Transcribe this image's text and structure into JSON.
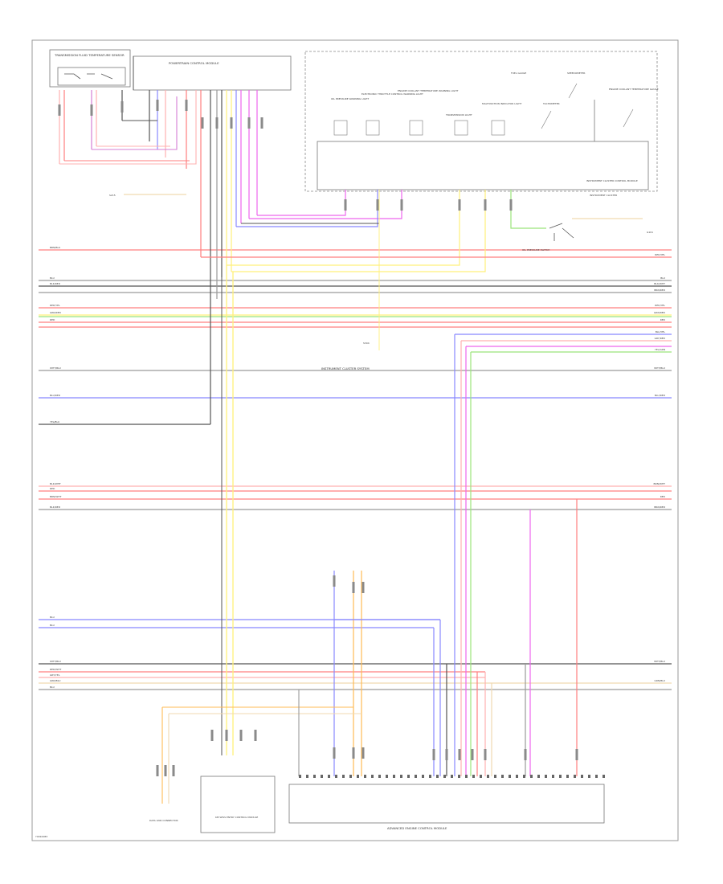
{
  "figure_id": "Y0010083",
  "components": {
    "tr_sensor": "TRANSMISSION FLUID TEMPERATURE SENSOR",
    "pcm": "POWERTRAIN CONTROL MODULE",
    "cluster_inner": "INSTRUMENT CLUSTER CONTROL MODULE",
    "cluster_outer": "INSTRUMENT CLUSTER",
    "oil_pressure_switch": "OIL PRESSURE SWITCH",
    "cluster_system": "INSTRUMENT CLUSTER SYSTEM",
    "dlc": "DATA LINK CONNECTOR",
    "keyless": "KEYLESS ENTRY CONTROL MODULE",
    "ecm": "ADVANCED ENGINE CONTROL MODULE"
  },
  "cluster_items": [
    "OIL PRESSURE WARNING LIGHT",
    "ELECTRONIC THROTTLE CONTROL WARNING LIGHT",
    "ENGINE COOLANT TEMPERATURE WARNING LIGHT",
    "TRANSMISSION LIGHT",
    "MALFUNCTION INDICATOR LIGHT",
    "TACHOMETER"
  ],
  "gauges": [
    "FUEL GAUGE",
    "SPEEDOMETER",
    "ENGINE COOLANT TEMPERATURE GAUGE"
  ],
  "left_wires": [
    "BRN/BLU",
    "BLU",
    "BLK/RED",
    "RED/YEL",
    "GRN/RED",
    "RED",
    "WHT/BLU",
    "BLU/RED",
    "YEL/BLU",
    "BLK/WHT",
    "RED",
    "BRN/WHT",
    "BLK/RED",
    "BLU",
    "BLU",
    "WHT/BLU",
    "RED/WHT",
    "GRY/YEL",
    "GRN/BLU",
    "BLU"
  ],
  "right_wires": [
    "RED/YEL",
    "BLU",
    "BLK/WHT",
    "BRN/RED",
    "RED/YEL",
    "GRN/RED",
    "RED",
    "BLU/YEL",
    "GRY/RED",
    "YEL/GRN",
    "WHT/BLU",
    "BLU/RED",
    "BRN/WHT",
    "RED",
    "BRN/RED",
    "WHT/BLU",
    "GRN/BLU"
  ],
  "ground": "G101",
  "splices": [
    "S215",
    "S304"
  ]
}
